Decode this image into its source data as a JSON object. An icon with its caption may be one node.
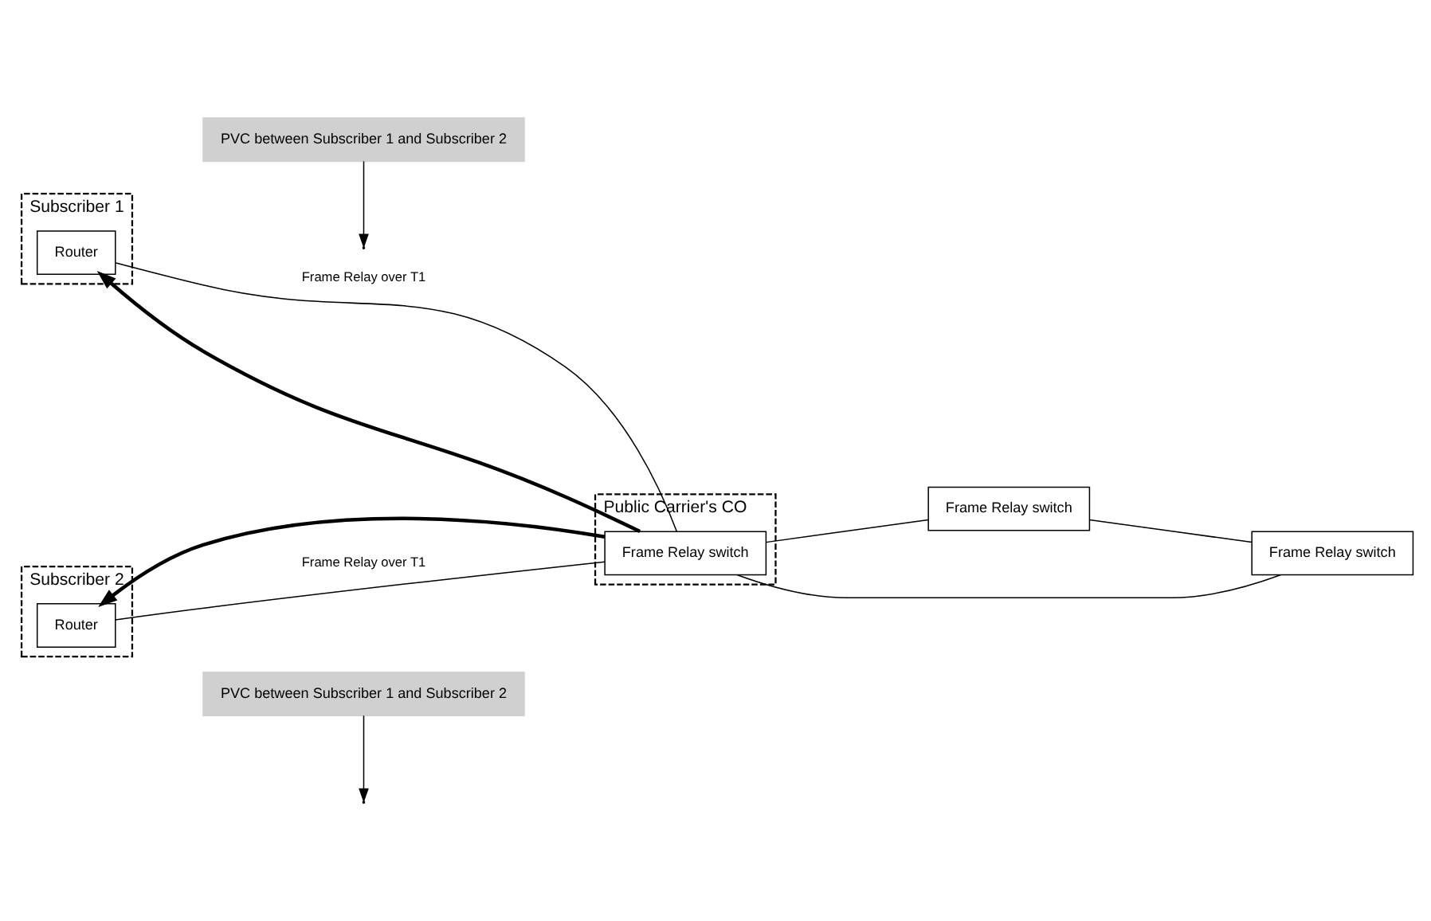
{
  "diagram": {
    "nodes": [
      {
        "text": [
          "Subscriber 1"
        ]
      },
      {
        "text": [
          "Router"
        ],
        "in": 0
      },
      {
        "text": [
          "PVC between Subscriber 1 and Subscriber 2"
        ]
      },
      {
        "text": [
          "Public Carrier's CO"
        ]
      },
      {
        "text": [
          "Frame Relay switch"
        ],
        "in": 3
      },
      {
        "text": [
          "Frame Relay switch"
        ]
      },
      {
        "text": [
          "Frame Relay switch"
        ]
      },
      {
        "text": [
          "Subscriber 2"
        ]
      },
      {
        "text": [
          "Router"
        ],
        "in": 7
      },
      {
        "text": [
          "PVC between Subscriber 1 and Subscriber 2"
        ]
      }
    ],
    "edges": [
      {
        "from": 1,
        "to": 4,
        "arrow": "none",
        "label": "Frame Relay over T1"
      },
      {
        "from": 4,
        "to": 1,
        "arrow": "to",
        "style": "thick"
      },
      {
        "from": 2,
        "to": null,
        "arrow": "to"
      },
      {
        "from": 4,
        "to": 5,
        "arrow": "none"
      },
      {
        "from": 4,
        "to": 6,
        "arrow": "none"
      },
      {
        "from": 5,
        "to": 6,
        "arrow": "none"
      },
      {
        "from": 8,
        "to": 4,
        "arrow": "none",
        "label": "Frame Relay over T1"
      },
      {
        "from": 4,
        "to": 8,
        "arrow": "to",
        "style": "thick"
      },
      {
        "from": 9,
        "to": null,
        "arrow": "to"
      }
    ]
  }
}
